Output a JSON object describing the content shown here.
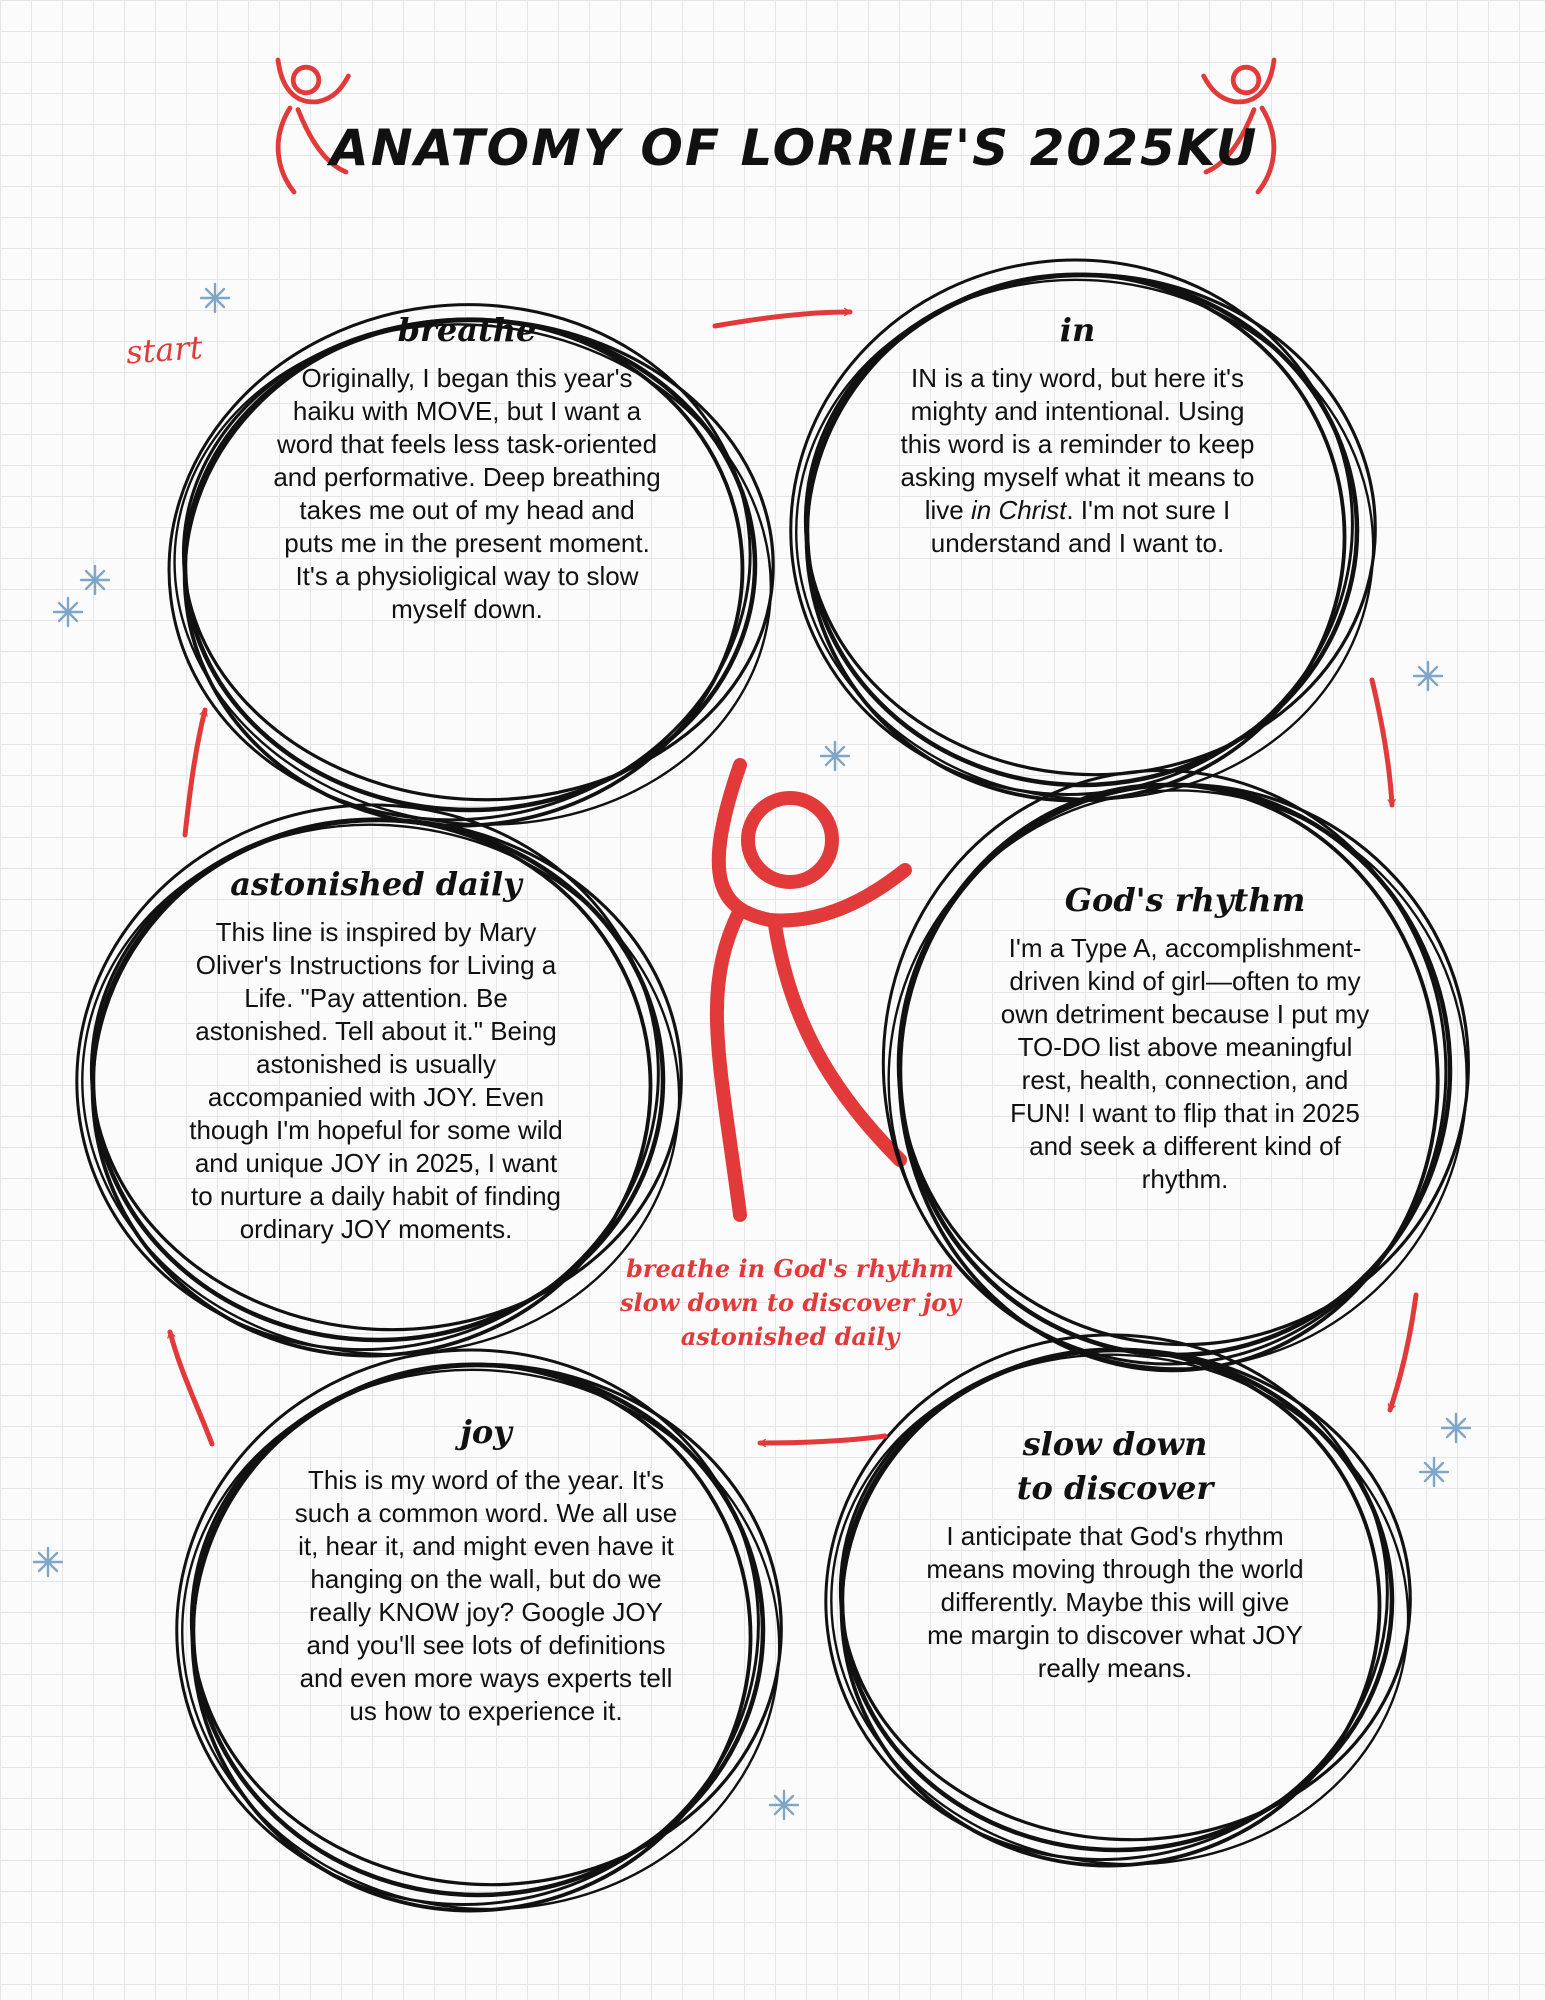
{
  "title": "ANATOMY OF LORRIE'S 2025KU",
  "start_label": "start",
  "nodes": {
    "breathe": {
      "title": "breathe",
      "body": "Originally, I began this year's haiku with MOVE, but I want a word that feels less task-oriented and performative. Deep breathing takes me out of my head and puts me in the present moment. It's a physioligical way to slow myself down."
    },
    "in": {
      "title": "in",
      "body_before": "IN is a tiny word, but here it's mighty and intentional. Using this word is a reminder to keep asking myself what it means to live ",
      "body_emphasis": "in Christ",
      "body_after": ". I'm not sure I understand and I want to."
    },
    "gods_rhythm": {
      "title": "God's rhythm",
      "body": "I'm a Type A, accomplishment-driven kind of girl—often to my own detriment because I put my TO-DO list above meaningful rest, health, connection, and FUN! I want to flip that in 2025 and seek a different kind of rhythm."
    },
    "slow_down": {
      "title": "slow down to discover",
      "body": "I anticipate that God's rhythm means moving through the world differently. Maybe this will give me margin to discover what JOY really means."
    },
    "joy": {
      "title": "joy",
      "body": "This is my word of the year. It's such a common word. We all use it, hear it, and might even have it hanging on the wall, but do we really KNOW joy? Google JOY and you'll see lots of definitions and even more ways experts tell us how to experience it."
    },
    "astonished": {
      "title": "astonished daily",
      "body": "This line is inspired by Mary Oliver's Instructions for Living a Life. \"Pay attention. Be astonished. Tell about it.\" Being astonished is usually accompanied with JOY. Even though I'm hopeful for some wild and unique JOY in 2025, I want to nurture a daily habit of finding ordinary JOY moments."
    }
  },
  "haiku": {
    "line1": "breathe in God's rhythm",
    "line2": "slow down to discover joy",
    "line3": "astonished daily"
  },
  "colors": {
    "accent": "#e23a3a",
    "ink": "#111111",
    "star": "#7fa6c8"
  },
  "icons": [
    "jumping-figure-icon",
    "arrow-icon",
    "sparkle-icon"
  ]
}
